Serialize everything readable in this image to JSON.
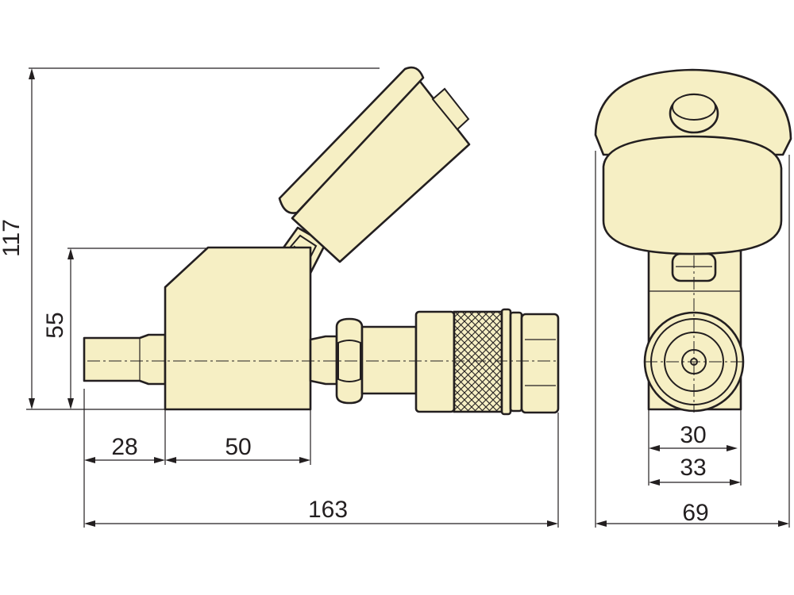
{
  "dimensions": {
    "overall_height": "117",
    "body_height": "55",
    "inlet_length": "28",
    "body_length": "50",
    "overall_length": "163",
    "inner_diameter": "30",
    "outer_width": "33",
    "overall_width": "69"
  },
  "colors": {
    "part_fill": "#f6efc4",
    "outline": "#231f20",
    "background": "#ffffff"
  }
}
